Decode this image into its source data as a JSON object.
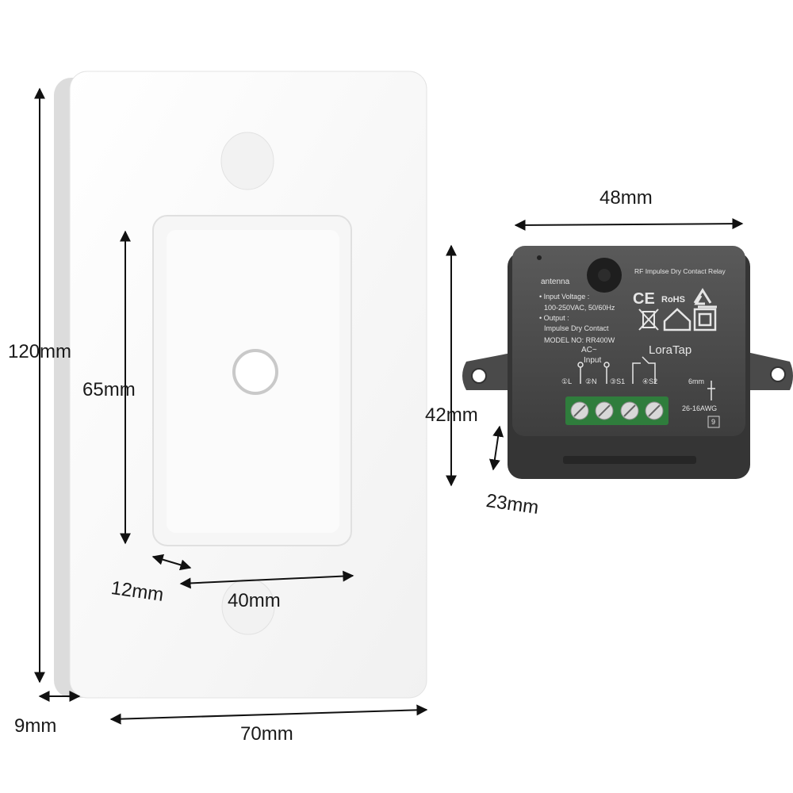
{
  "dimensions": {
    "plate_height": "120mm",
    "button_height": "65mm",
    "button_depth": "12mm",
    "button_width": "40mm",
    "plate_depth": "9mm",
    "plate_width": "70mm",
    "relay_width": "48mm",
    "relay_height": "42mm",
    "relay_depth": "23mm"
  },
  "relay_label": {
    "title": "RF Impulse Dry Contact Relay",
    "antenna": "antenna",
    "input_voltage_label": "• Input Voltage :",
    "input_voltage_value": "100-250VAC, 50/60Hz",
    "output_label": "• Output :",
    "output_value": "Impulse Dry Contact",
    "model": "MODEL NO: RR400W",
    "ce": "CE",
    "rohs": "RoHS",
    "brand": "LoraTap",
    "ac": "AC~",
    "input": "Input",
    "terminal_1": "①L",
    "terminal_2": "②N",
    "terminal_3": "③S1",
    "terminal_4": "④S2",
    "strip_length": "6mm",
    "wire_gauge": "26-16AWG",
    "version": "9"
  }
}
